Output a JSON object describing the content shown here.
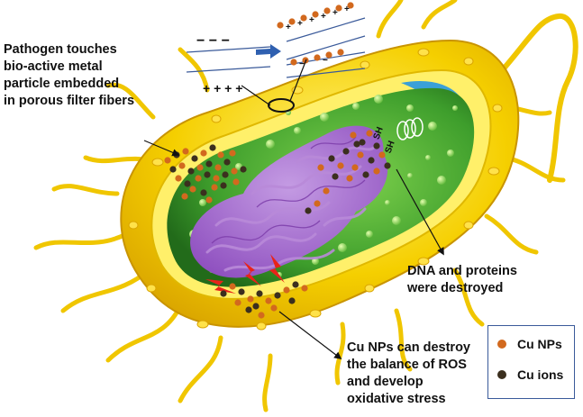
{
  "labels": {
    "pathogen": "Pathogen touches\nbio-active metal\nparticle  embedded\nin porous filter fibers",
    "dna": "DNA and proteins\nwere destroyed",
    "cu_stress": "Cu NPs can destroy\nthe balance of ROS\nand develop\noxidative stress"
  },
  "legend": {
    "items": [
      {
        "label": "Cu NPs",
        "color": "#d2691e"
      },
      {
        "label": "Cu ions",
        "color": "#3b2f1e"
      }
    ]
  },
  "charges": {
    "negative_row": "−   −   −",
    "positive_row": "+   +   +   +",
    "sh_label": "SH"
  },
  "colors": {
    "capsule": "#f2cc00",
    "wall": "#ffef60",
    "cytoplasm": "#43a330",
    "nucleoid": "#a369c9",
    "arrow_blue": "#2f60b0",
    "flash_red": "#e8231a"
  }
}
